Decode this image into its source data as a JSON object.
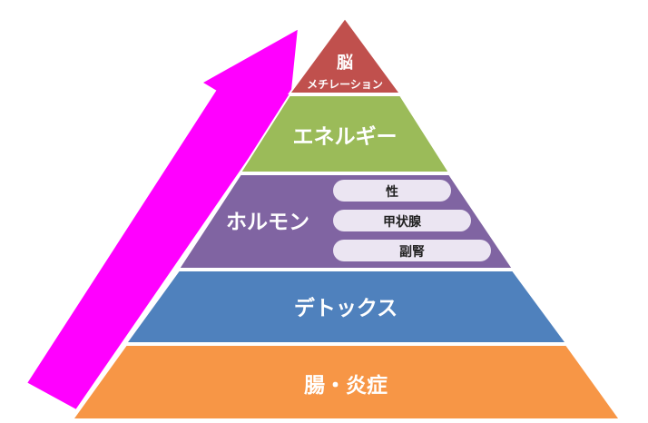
{
  "pyramid": {
    "tiers": [
      {
        "title": "脳",
        "subtitle": "メチレーション",
        "color": "#c0504d"
      },
      {
        "title": "エネルギー",
        "color": "#9bbb59"
      },
      {
        "title": "ホルモン",
        "color": "#8064a2",
        "pills": [
          "性",
          "甲状腺",
          "副腎"
        ]
      },
      {
        "title": "デトックス",
        "color": "#4f81bd"
      },
      {
        "title": "腸・炎症",
        "color": "#f79646"
      }
    ]
  },
  "arrow": {
    "color": "#ff00ff"
  },
  "pill_color": "#ebe5f2"
}
